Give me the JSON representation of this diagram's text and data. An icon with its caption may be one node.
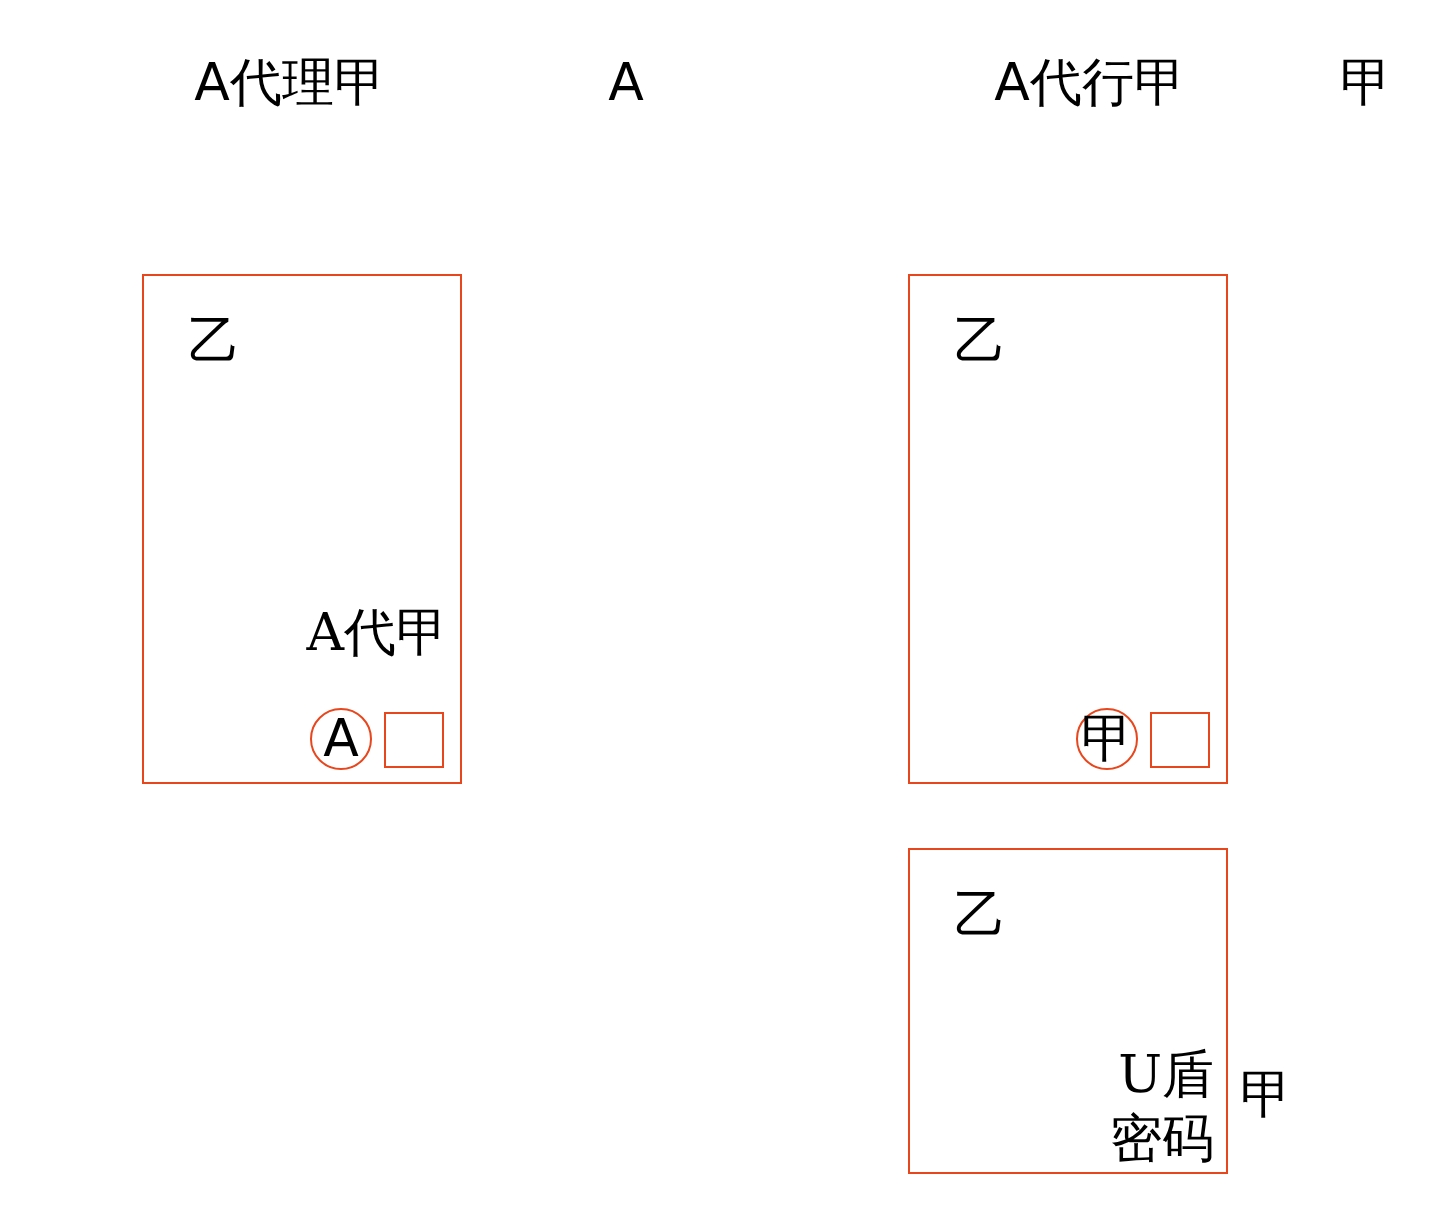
{
  "diagram": {
    "nodes": [
      {
        "text": [
          "乙",
          "A代甲"
        ]
      },
      {
        "text": [
          "A"
        ],
        "in": 0
      },
      {
        "text": [],
        "shape": "box",
        "in": 0
      },
      {
        "text": [
          "乙"
        ]
      },
      {
        "text": [
          "甲"
        ],
        "in": 3
      },
      {
        "text": [],
        "shape": "box",
        "in": 3
      },
      {
        "text": [
          "乙",
          "U盾密码"
        ],
        "beside": [
          "甲"
        ]
      }
    ],
    "edges": [],
    "labels": [
      "A代理甲",
      "A",
      "A代行甲",
      "甲"
    ]
  }
}
